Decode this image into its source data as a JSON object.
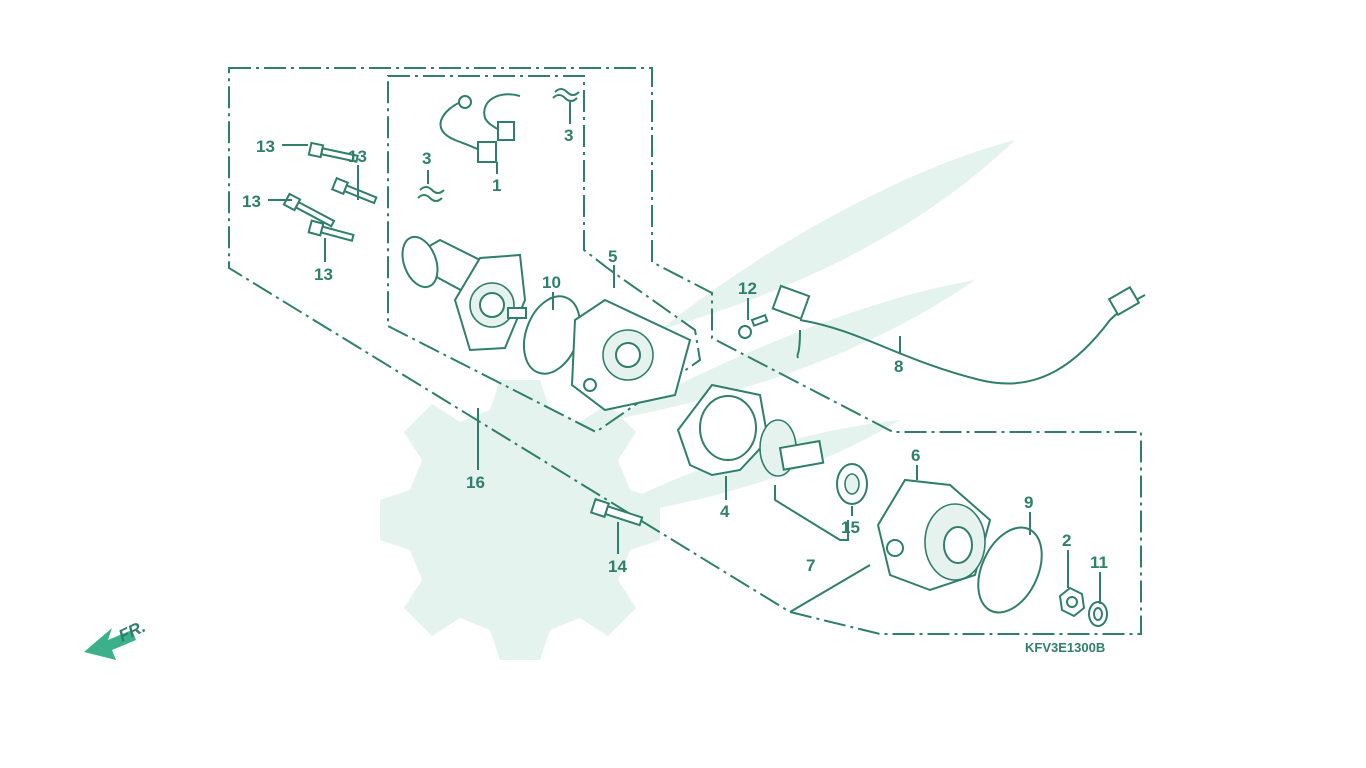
{
  "diagram": {
    "code": "KFV3E1300B",
    "front_label": "FR.",
    "colors": {
      "line": "#2f7f6b",
      "watermark": "#e4f3ee",
      "background": "#ffffff"
    },
    "callouts": [
      {
        "id": "c1",
        "label": "1"
      },
      {
        "id": "c3a",
        "label": "3"
      },
      {
        "id": "c3b",
        "label": "3"
      },
      {
        "id": "c13a",
        "label": "13"
      },
      {
        "id": "c13b",
        "label": "13"
      },
      {
        "id": "c13c",
        "label": "13"
      },
      {
        "id": "c13d",
        "label": "13"
      },
      {
        "id": "c5",
        "label": "5"
      },
      {
        "id": "c10",
        "label": "10"
      },
      {
        "id": "c12",
        "label": "12"
      },
      {
        "id": "c8",
        "label": "8"
      },
      {
        "id": "c16",
        "label": "16"
      },
      {
        "id": "c4",
        "label": "4"
      },
      {
        "id": "c6",
        "label": "6"
      },
      {
        "id": "c9",
        "label": "9"
      },
      {
        "id": "c7",
        "label": "7"
      },
      {
        "id": "c15",
        "label": "15"
      },
      {
        "id": "c14",
        "label": "14"
      },
      {
        "id": "c2",
        "label": "2"
      },
      {
        "id": "c11",
        "label": "11"
      }
    ]
  }
}
